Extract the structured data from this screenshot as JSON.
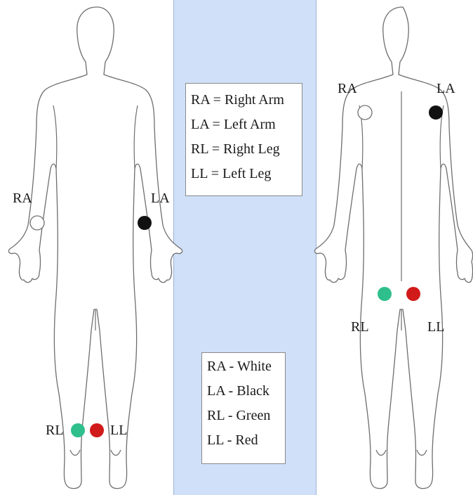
{
  "legend_abbreviations": [
    {
      "text": "RA = Right Arm"
    },
    {
      "text": "LA = Left Arm"
    },
    {
      "text": "RL = Right Leg"
    },
    {
      "text": "LL = Left Leg"
    }
  ],
  "legend_colors": [
    {
      "text": "RA - White"
    },
    {
      "text": "LA - Black"
    },
    {
      "text": "RL - Green"
    },
    {
      "text": "LL - Red"
    }
  ],
  "left_figure": {
    "ra": "RA",
    "la": "LA",
    "rl": "RL",
    "ll": "LL"
  },
  "right_figure": {
    "ra": "RA",
    "la": "LA",
    "rl": "RL",
    "ll": "LL"
  },
  "colors": {
    "white": "#ffffff",
    "black": "#111111",
    "green": "#2fbf8c",
    "red": "#d11a1a",
    "panel": "#cfe0f8"
  }
}
